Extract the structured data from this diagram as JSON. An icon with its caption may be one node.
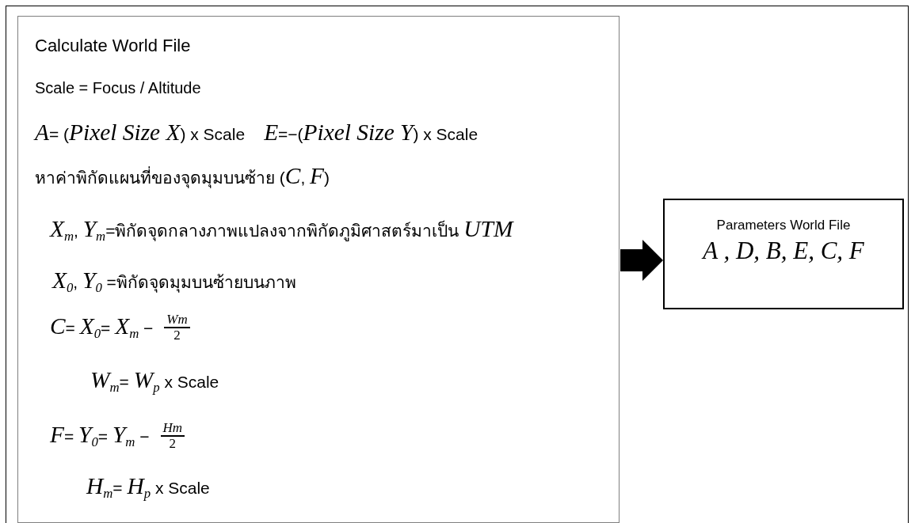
{
  "diagram": {
    "nodes": [
      {
        "text": [
          "Calculate World File",
          "Scale = Focus / Altitude",
          "*A*= (*Pixel Size X*) x Scale",
          "*E*=−(*Pixel Size Y*) x Scale",
          "หาค่าพิกัดแผนที่ของจุดมุมบนซ้าย (*C*, *F*)",
          "*X*$_{m}$, *Y*$_{m}$=พิกัดจุดกลางภาพแปลงจากพิกัดภูมิศาสตร์มาเป็น *UTM*",
          "*X*$_{0}$, *Y*$_{0}$ =พิกัดจุดมุมบนซ้ายบนภาพ",
          "*C*= *X*$_{0}$= *X*$_{m}$ −",
          "Wm",
          "2",
          "*W*$_{m}$= *W*$_{p}$ x Scale",
          "*F*= *Y*$_{0}$= *Y*$_{m}$ −",
          "Hm",
          "2",
          "*H*$_{m}$= *H*$_{p}$ x Scale"
        ]
      },
      {
        "text": [
          "Parameters World File",
          "A , D, B, E, C, F"
        ]
      }
    ],
    "edges": [
      {
        "from": 0,
        "to": 1,
        "arrow": "to"
      }
    ]
  }
}
